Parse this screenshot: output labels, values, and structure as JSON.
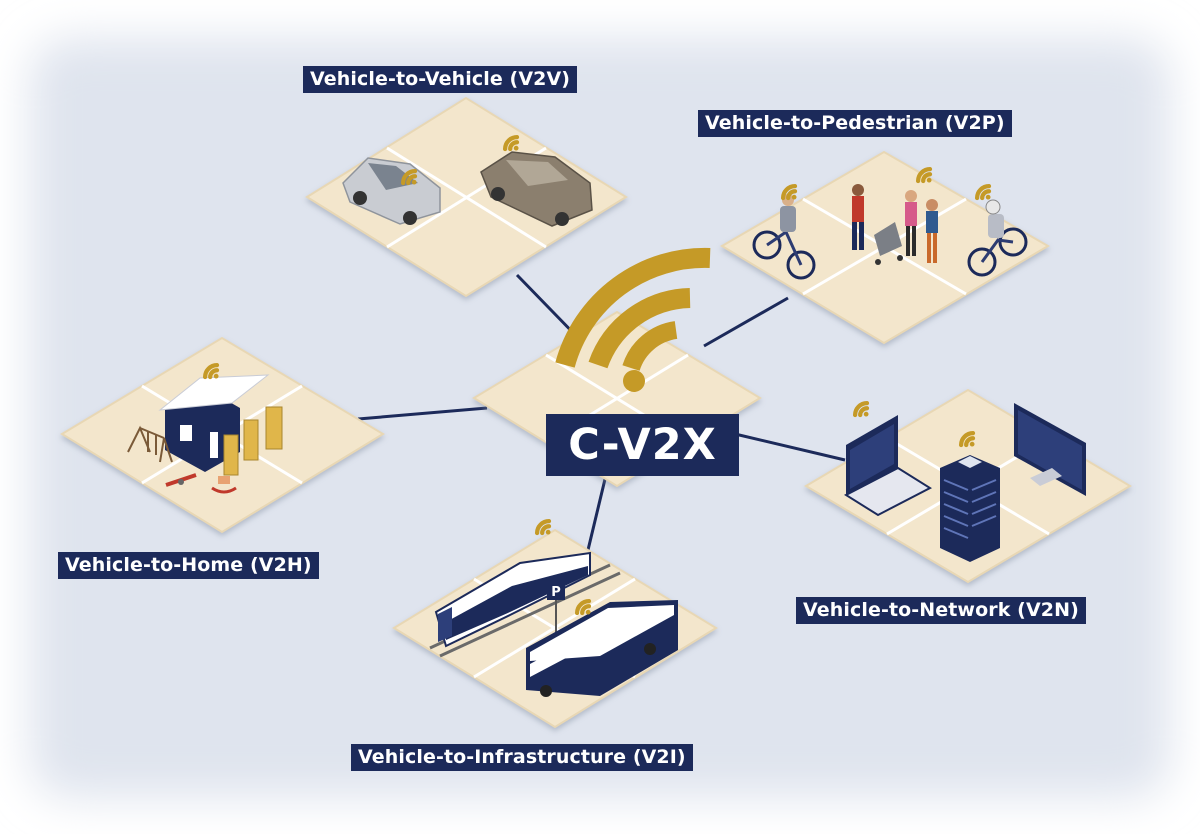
{
  "colors": {
    "background": "#dfe4ee",
    "tile": "#f3e6cc",
    "navy": "#1c2a5a",
    "signal": "#c59a27",
    "label_text": "#ffffff"
  },
  "hub": {
    "label": "C-V2X",
    "icon": "wireless-signal-icon"
  },
  "nodes": {
    "v2v": {
      "label": "Vehicle-to-Vehicle (V2V)"
    },
    "v2p": {
      "label": "Vehicle-to-Pedestrian (V2P)"
    },
    "v2h": {
      "label": "Vehicle-to-Home (V2H)"
    },
    "v2n": {
      "label": "Vehicle-to-Network (V2N)"
    },
    "v2i": {
      "label": "Vehicle-to-Infrastructure (V2I)"
    }
  },
  "signs": {
    "parking": "P"
  }
}
